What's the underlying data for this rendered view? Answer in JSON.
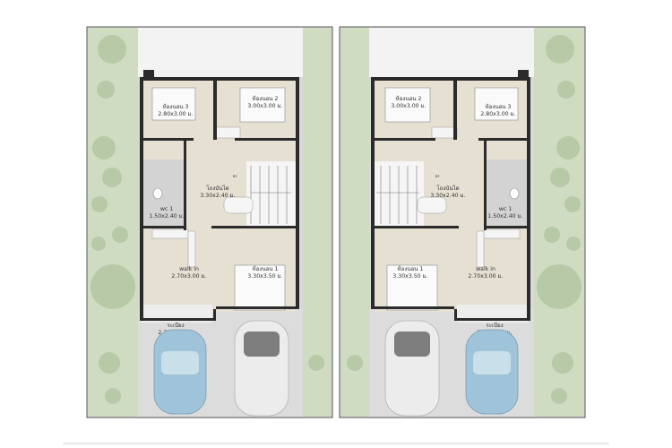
{
  "units": [
    {
      "id": "left",
      "rooms": {
        "bedroom3": {
          "name": "ห้องนอน 3",
          "size": "2.80x3.00 ม."
        },
        "bedroom2": {
          "name": "ห้องนอน 2",
          "size": "3.00x3.00 ม."
        },
        "hall": {
          "name": "โถงบันได",
          "size": "3.30x2.40 ม."
        },
        "wc": {
          "name": "wc 1",
          "size": "1.50x2.40 ม."
        },
        "walkin": {
          "name": "walk in",
          "size": "2.70x3.00 ม."
        },
        "bedroom1": {
          "name": "ห้องนอน 1",
          "size": "3.30x3.50 ม."
        },
        "balcony": {
          "name": "ระเบียง",
          "size": "2.70x1.00 ม."
        }
      },
      "stair_mark": "ลง"
    },
    {
      "id": "right",
      "rooms": {
        "bedroom2": {
          "name": "ห้องนอน 2",
          "size": "3.00x3.00 ม."
        },
        "bedroom3": {
          "name": "ห้องนอน 3",
          "size": "2.80x3.00 ม."
        },
        "hall": {
          "name": "โถงบันได",
          "size": "3.30x2.40 ม."
        },
        "wc": {
          "name": "wc 1",
          "size": "1.50x2.40 ม."
        },
        "bedroom1": {
          "name": "ห้องนอน 1",
          "size": "3.30x3.50 ม."
        },
        "walkin": {
          "name": "walk in",
          "size": "2.70x3.00 ม."
        },
        "balcony": {
          "name": "ระเบียง",
          "size": "2.70x1.00 ม."
        }
      },
      "stair_mark": "ลง"
    }
  ],
  "colors": {
    "lawn": "#cfdcc2",
    "tree": "#b7c9a6",
    "paving": "#d9d9d9",
    "floor": "#e6e0d2",
    "wc_floor": "#d3d3d3",
    "wall": "#2b2b2b",
    "car_blue": "#9fc3d8",
    "car_white": "#ececec"
  }
}
